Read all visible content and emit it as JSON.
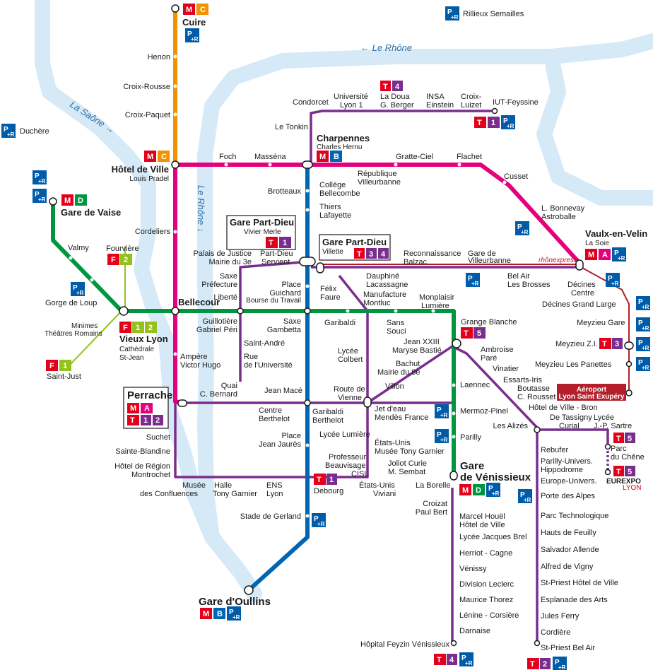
{
  "rivers": {
    "rhone_top": "← Le Rhône",
    "rhone_mid": "Le Rhône ↓",
    "saone": "La Saône →"
  },
  "colors": {
    "metro_a": "#e5007d",
    "metro_b": "#0066b3",
    "metro_c": "#f39200",
    "metro_d": "#009640",
    "tram": "#7b2d8e",
    "funicular": "#95c11f",
    "rhonexpress": "#b41f2b",
    "river": "#d6e9f7",
    "tram_badge": "#e2001a",
    "pr_badge": "#005ca9"
  },
  "stations": {
    "cuire": "Cuire",
    "henon": "Henon",
    "croix_rousse": "Croix-Rousse",
    "croix_paquet": "Croix-Paquet",
    "hotel_de_ville": "Hôtel de Ville",
    "hotel_de_ville_sub": "Louis Pradel",
    "cordeliers": "Cordeliers",
    "foch": "Foch",
    "massena": "Masséna",
    "charpennes": "Charpennes",
    "charpennes_sub": "Charles Hernu",
    "gratte_ciel": "Gratte-Ciel",
    "flachet": "Flachet",
    "cusset": "Cusset",
    "bonnevay_1": "L. Bonnevay",
    "bonnevay_2": "Astroballe",
    "vaulx": "Vaulx-en-Velin",
    "vaulx_sub": "La Soie",
    "brotteaux": "Brotteaux",
    "republique_1": "République",
    "republique_2": "Villeurbanne",
    "college_1": "Collège",
    "college_2": "Bellecombe",
    "thiers_1": "Thiers",
    "thiers_2": "Lafayette",
    "part_dieu_vm": "Gare Part-Dieu",
    "part_dieu_vm_sub": "Vivier Merle",
    "part_dieu_vi": "Gare Part-Dieu",
    "part_dieu_vi_sub": "Villette",
    "palais_1": "Palais de Justice",
    "palais_2": "Mairie du 3e",
    "pd_servient_1": "Part-Dieu",
    "pd_servient_2": "Servient",
    "saxe_pref_1": "Saxe",
    "saxe_pref_2": "Préfecture",
    "liberte": "Liberté",
    "place_guichard_1": "Place",
    "place_guichard_2": "Guichard",
    "place_guichard_3": "Bourse du Travail",
    "bellecour": "Bellecour",
    "guillotiere_1": "Guillotière",
    "guillotiere_2": "Gabriel Péri",
    "saxe_gambetta_1": "Saxe",
    "saxe_gambetta_2": "Gambetta",
    "garibaldi": "Garibaldi",
    "sans_souci_1": "Sans",
    "sans_souci_2": "Souci",
    "saint_andre": "Saint-André",
    "rue_univ_1": "Rue",
    "rue_univ_2": "de l'Université",
    "quai_1": "Quai",
    "quai_2": "C. Bernard",
    "ampere_1": "Ampère",
    "ampere_2": "Victor Hugo",
    "jean_mace": "Jean Macé",
    "route_vienne_1": "Route de",
    "route_vienne_2": "Vienne",
    "centre_berthelot_1": "Centre",
    "centre_berthelot_2": "Berthelot",
    "garibaldi_berthelot_1": "Garibaldi",
    "garibaldi_berthelot_2": "Berthelot",
    "jet_deau_1": "Jet d'eau",
    "jet_deau_2": "Mendès France",
    "place_jaures_1": "Place",
    "place_jaures_2": "Jean Jaurès",
    "debourg": "Debourg",
    "stade_gerland": "Stade de Gerland",
    "gare_oullins": "Gare d'Oullins",
    "perrache": "Perrache",
    "suchet": "Suchet",
    "sainte_blandine": "Sainte-Blandine",
    "hotel_region_1": "Hôtel de Région",
    "hotel_region_2": "Montrochet",
    "musee_1": "Musée",
    "musee_2": "des Confluences",
    "halle_1": "Halle",
    "halle_2": "Tony Garnier",
    "ens_1": "ENS",
    "ens_2": "Lyon",
    "gare_vaise": "Gare de Vaise",
    "valmy": "Valmy",
    "gorge_loup": "Gorge de Loup",
    "vieux_lyon": "Vieux Lyon",
    "vieux_lyon_sub1": "Cathédrale",
    "vieux_lyon_sub2": "St-Jean",
    "fourviere": "Fourvière",
    "minimes_1": "Minimes",
    "minimes_2": "Théâtres Romains",
    "saint_just": "Saint-Just",
    "duchere": "Duchère",
    "rillieux": "Rillieux Semailles",
    "condorcet": "Condorcet",
    "universite_1": "Université",
    "universite_2": "Lyon 1",
    "ladoua_1": "La Doua",
    "ladoua_2": "G. Berger",
    "insa_1": "INSA",
    "insa_2": "Einstein",
    "croix_luizet_1": "Croix-",
    "croix_luizet_2": "Luizet",
    "iut": "IUT-Feyssine",
    "le_tonkin": "Le Tonkin",
    "reconnaissance_1": "Reconnaissance",
    "reconnaissance_2": "Balzac",
    "gare_villeurbanne_1": "Gare de",
    "gare_villeurbanne_2": "Villeurbanne",
    "dauphine_1": "Dauphiné",
    "dauphine_2": "Lacassagne",
    "felix_1": "Félix",
    "felix_2": "Faure",
    "manufacture_1": "Manufacture",
    "manufacture_2": "Montluc",
    "monplaisir_1": "Monplaisir",
    "monplaisir_2": "Lumière",
    "bel_air_1": "Bel Air",
    "bel_air_2": "Les Brosses",
    "decines_centre_1": "Décines",
    "decines_centre_2": "Centre",
    "decines_grand_large": "Décines Grand Large",
    "meyzieu_gare": "Meyzieu Gare",
    "meyzieu_zi": "Meyzieu Z.I.",
    "meyzieu_panettes": "Meyzieu Les Panettes",
    "aeroport_1": "Aéroport",
    "aeroport_2": "Lyon Saint Exupéry",
    "rhonexpress": "rhônexpress",
    "grange_blanche": "Grange Blanche",
    "lycee_colbert_1": "Lycée",
    "lycee_colbert_2": "Colbert",
    "jean_xxiii_1": "Jean XXIII",
    "jean_xxiii_2": "Maryse Bastié",
    "bachut_1": "Bachut",
    "bachut_2": "Mairie du 8e",
    "villon": "Villon",
    "ambroise_1": "Ambroise",
    "ambroise_2": "Paré",
    "vinatier": "Vinatier",
    "essarts_1": "Essarts-Iris",
    "boutasse_1": "Boutasse",
    "boutasse_2": "C. Rousset",
    "laennec": "Laennec",
    "mermoz": "Mermoz-Pinel",
    "parilly": "Parilly",
    "gare_venissieux_1": "Gare",
    "gare_venissieux_2": "de Vénissieux",
    "lycee_lumiere": "Lycée Lumière",
    "etats_unis_1": "États-Unis",
    "etats_unis_2": "Musée Tony Garnier",
    "professeur_1": "Professeur",
    "professeur_2": "Beauvisage",
    "professeur_3": "CISL",
    "joliot_1": "Joliot Curie",
    "joliot_2": "M. Sembat",
    "la_borelle": "La Borelle",
    "etats_unis_viviani_1": "États-Unis",
    "etats_unis_viviani_2": "Viviani",
    "croizat_1": "Croizat",
    "croizat_2": "Paul Bert",
    "marcel_1": "Marcel Houël",
    "marcel_2": "Hôtel de Ville",
    "lycee_brel": "Lycée Jacques Brel",
    "herriot": "Herriot - Cagne",
    "venissy": "Vénissy",
    "division_leclerc": "Division Leclerc",
    "maurice_thorez": "Maurice Thorez",
    "lenine": "Lénine - Corsière",
    "darnaise": "Darnaise",
    "hopital_feyzin": "Hôpital Feyzin Vénissieux",
    "hotel_ville_bron": "Hôtel de Ville - Bron",
    "les_alizes": "Les Alizés",
    "tassigny_1": "De Tassigny",
    "tassigny_2": "Curial",
    "lycee_sartre_1": "Lycée",
    "lycee_sartre_2": "J.-P. Sartre",
    "parc_chene_1": "Parc",
    "parc_chene_2": "du Chêne",
    "eurexpo": "EUREXPO",
    "eurexpo_sub": "LYON",
    "rebufer": "Rebufer",
    "parilly_univ_1": "Parilly-Univers.",
    "parilly_univ_2": "Hippodrome",
    "europe": "Europe-Univers.",
    "porte_alpes": "Porte des Alpes",
    "parc_techno": "Parc Technologique",
    "hauts_feuilly": "Hauts de Feuilly",
    "salvador": "Salvador Allende",
    "alfred": "Alfred de Vigny",
    "st_priest_hdv": "St-Priest Hôtel de Ville",
    "esplanade": "Esplanade des Arts",
    "jules_ferry": "Jules Ferry",
    "cordiere": "Cordière",
    "st_priest_bel_air": "St-Priest Bel Air"
  },
  "badges": {
    "M": "M",
    "A": "A",
    "B": "B",
    "C": "C",
    "D": "D",
    "F": "F",
    "T": "T",
    "n1": "1",
    "n2": "2",
    "n3": "3",
    "n4": "4",
    "n5": "5",
    "pr_p": "P",
    "pr_r": "+R"
  }
}
